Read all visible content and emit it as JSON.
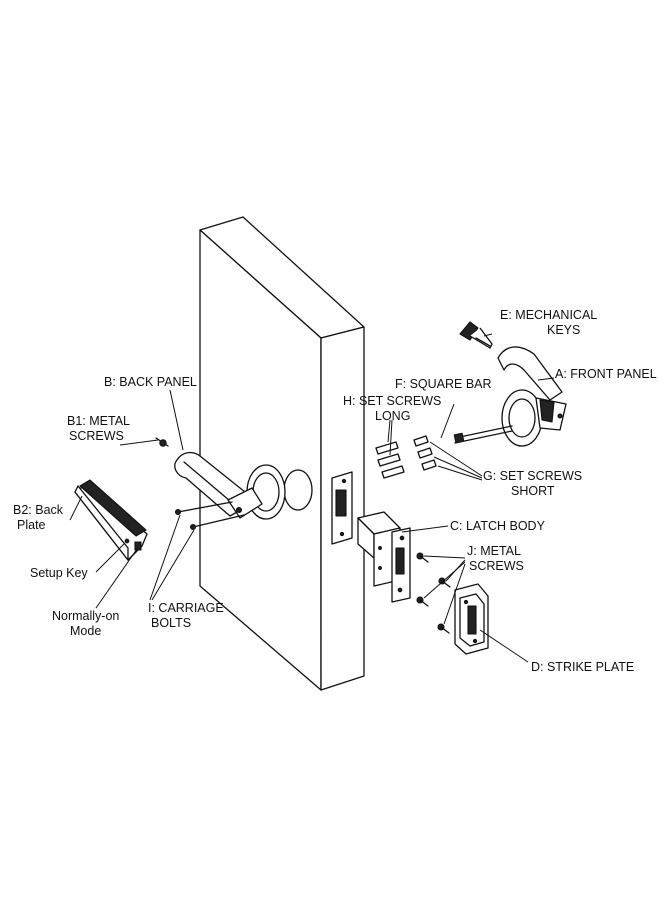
{
  "labels": {
    "mechanical_keys_1": "E: MECHANICAL",
    "mechanical_keys_2": "KEYS",
    "front_panel": "A: FRONT PANEL",
    "back_panel": "B: BACK PANEL",
    "square_bar": "F: SQUARE BAR",
    "set_screws_long_1": "H: SET SCREWS",
    "set_screws_long_2": "LONG",
    "metal_screws_b1_1": "B1: METAL",
    "metal_screws_b1_2": "SCREWS",
    "set_screws_short_1": "G: SET SCREWS",
    "set_screws_short_2": "SHORT",
    "back_plate_1": "B2: Back",
    "back_plate_2": "Plate",
    "latch_body": "C: LATCH BODY",
    "metal_screws_j_1": "J: METAL",
    "metal_screws_j_2": "SCREWS",
    "setup_key": "Setup Key",
    "normally_on_1": "Normally-on",
    "normally_on_2": "Mode",
    "carriage_bolts_1": "I: CARRIAGE",
    "carriage_bolts_2": "BOLTS",
    "strike_plate": "D: STRIKE PLATE"
  },
  "colors": {
    "line": "#111111",
    "background": "#ffffff"
  }
}
